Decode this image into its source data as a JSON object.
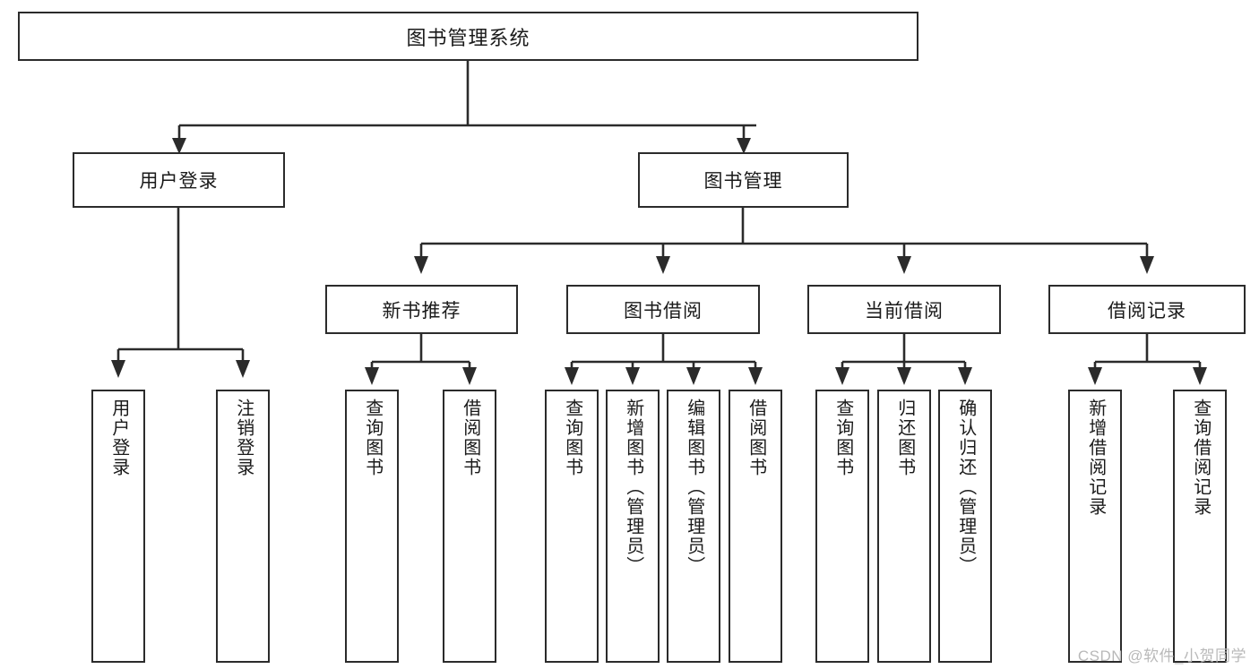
{
  "diagram": {
    "title": "图书管理系统",
    "type": "tree",
    "watermark": "CSDN @软件_小贺同学",
    "colors": {
      "box_border": "#2b2b2b",
      "box_fill": "#ffffff",
      "connector": "#2b2b2b",
      "text": "#1a1a1a",
      "watermark": "#b9b9b9",
      "background": "#ffffff"
    },
    "nodes": {
      "root": "图书管理系统",
      "level2": [
        {
          "id": "user-login",
          "label": "用户登录"
        },
        {
          "id": "book-manage",
          "label": "图书管理"
        }
      ],
      "level3": [
        {
          "id": "new-book-recommend",
          "label": "新书推荐"
        },
        {
          "id": "book-borrow",
          "label": "图书借阅"
        },
        {
          "id": "current-borrow",
          "label": "当前借阅"
        },
        {
          "id": "borrow-record",
          "label": "借阅记录"
        }
      ],
      "leaves": [
        {
          "id": "leaf-user-login",
          "label": "用户登录",
          "parent": "user-login"
        },
        {
          "id": "leaf-user-logout",
          "label": "注销登录",
          "parent": "user-login"
        },
        {
          "id": "leaf-query-book-1",
          "label": "查询图书",
          "parent": "new-book-recommend"
        },
        {
          "id": "leaf-borrow-book-1",
          "label": "借阅图书",
          "parent": "new-book-recommend"
        },
        {
          "id": "leaf-query-book-2",
          "label": "查询图书",
          "parent": "book-borrow"
        },
        {
          "id": "leaf-add-book",
          "label": "新增图书（管理员）",
          "parent": "book-borrow"
        },
        {
          "id": "leaf-edit-book",
          "label": "编辑图书（管理员）",
          "parent": "book-borrow"
        },
        {
          "id": "leaf-borrow-book-2",
          "label": "借阅图书",
          "parent": "book-borrow"
        },
        {
          "id": "leaf-query-book-3",
          "label": "查询图书",
          "parent": "current-borrow"
        },
        {
          "id": "leaf-return-book",
          "label": "归还图书",
          "parent": "current-borrow"
        },
        {
          "id": "leaf-confirm-return",
          "label": "确认归还（管理员）",
          "parent": "current-borrow"
        },
        {
          "id": "leaf-add-record",
          "label": "新增借阅记录",
          "parent": "borrow-record"
        },
        {
          "id": "leaf-query-record",
          "label": "查询借阅记录",
          "parent": "borrow-record"
        }
      ]
    }
  }
}
